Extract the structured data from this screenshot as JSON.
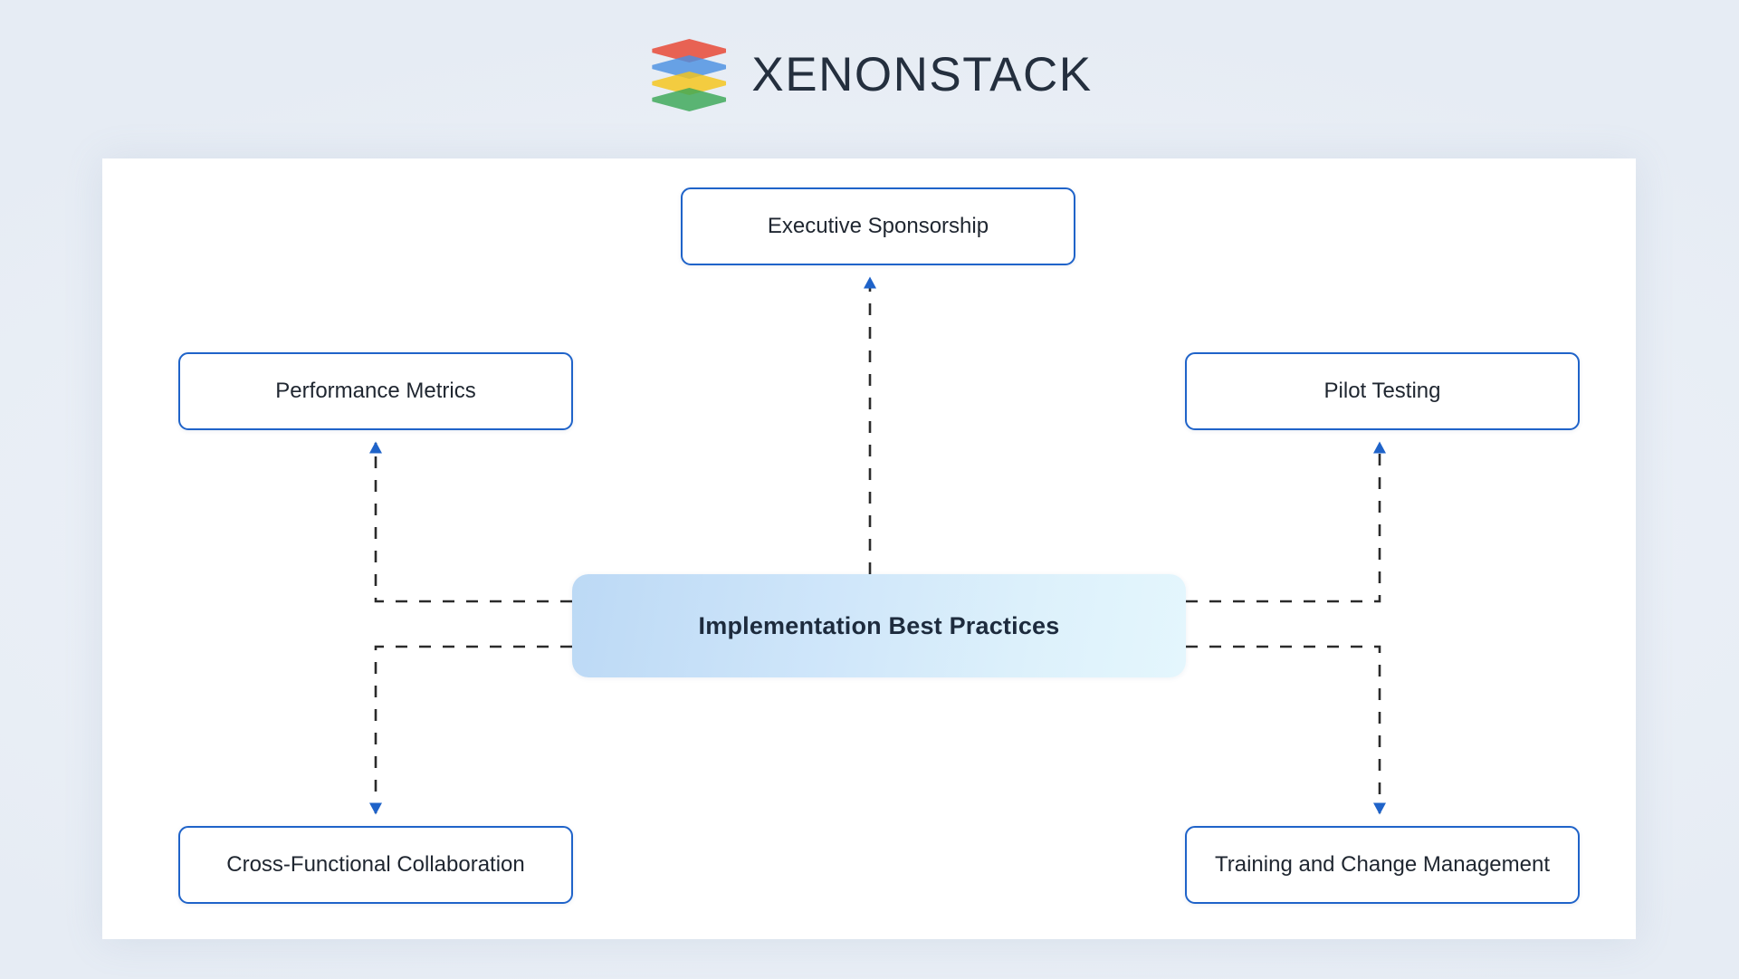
{
  "brand": {
    "name": "XENONSTACK",
    "logo_icon": "stacked-layers-icon",
    "logo_layer_colors": [
      "#e8432f",
      "#4a90e2",
      "#f5c518",
      "#3aa757"
    ]
  },
  "theme": {
    "page_background": "#edf1f7",
    "card_background": "#ffffff",
    "node_border": "#1f63c9",
    "node_text": "#1f2630",
    "center_text": "#1d2b3d",
    "center_gradient_from": "#bcd9f5",
    "center_gradient_to": "#e4f6fd",
    "arrow_color": "#1f63c9",
    "connector_color": "#2b2b2b"
  },
  "diagram": {
    "type": "hub-and-spoke",
    "center": {
      "id": "implementation-best-practices",
      "label": "Implementation Best Practices"
    },
    "nodes": [
      {
        "id": "executive-sponsorship",
        "label": "Executive Sponsorship",
        "position": "top-center"
      },
      {
        "id": "performance-metrics",
        "label": "Performance Metrics",
        "position": "left-top"
      },
      {
        "id": "pilot-testing",
        "label": "Pilot Testing",
        "position": "right-top"
      },
      {
        "id": "cross-functional-collaboration",
        "label": "Cross-Functional Collaboration",
        "position": "left-bottom"
      },
      {
        "id": "training-and-change-management",
        "label": "Training and Change Management",
        "position": "right-bottom"
      }
    ],
    "edges": [
      {
        "from": "implementation-best-practices",
        "to": "executive-sponsorship",
        "style": "dashed",
        "arrow": "up"
      },
      {
        "from": "implementation-best-practices",
        "to": "performance-metrics",
        "style": "dashed",
        "arrow": "up"
      },
      {
        "from": "implementation-best-practices",
        "to": "pilot-testing",
        "style": "dashed",
        "arrow": "up"
      },
      {
        "from": "implementation-best-practices",
        "to": "cross-functional-collaboration",
        "style": "dashed",
        "arrow": "down"
      },
      {
        "from": "implementation-best-practices",
        "to": "training-and-change-management",
        "style": "dashed",
        "arrow": "down"
      }
    ]
  }
}
